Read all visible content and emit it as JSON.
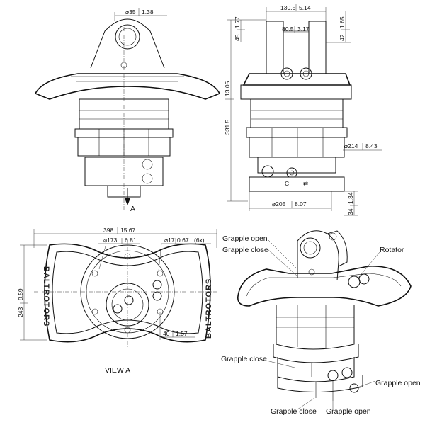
{
  "dims": {
    "top_pin_dia": "35",
    "top_pin_dia_in": "1.38",
    "width_mm": "130.5",
    "width_in": "5.14",
    "lug_gap_mm": "80.5",
    "lug_gap_in": "3.17",
    "lug_top_mm": "45",
    "lug_top_in": "1.77",
    "lug_side_mm": "42",
    "lug_side_in": "1.65",
    "height_mm": "331.5",
    "height_in": "13.05",
    "body_dia_mm": "214",
    "body_dia_in": "8.43",
    "base_dia_mm": "205",
    "base_dia_in": "8.07",
    "base_h_mm": "34",
    "base_h_in": "1.34",
    "length_mm": "398",
    "length_in": "15.67",
    "bolt_circle_mm": "173",
    "bolt_circle_in": "6.81",
    "hole_dia_mm": "17",
    "hole_dia_in": "0.67",
    "hole_count": "(6x)",
    "depth_mm": "243",
    "depth_in": "9.59",
    "offset_mm": "40",
    "offset_in": "1.57",
    "dia_symbol": "⌀"
  },
  "labels": {
    "section_a": "A",
    "view_a": "VIEW A",
    "brand_left": "BALTROTORS",
    "brand_right": "BALTROTORS",
    "grapple_open_top": "Grapple open",
    "grapple_close_top": "Grapple close",
    "rotator": "Rotator",
    "grapple_close_mid": "Grapple close",
    "grapple_open_right": "Grapple open",
    "grapple_close_bottom": "Grapple close",
    "grapple_open_bottom": "Grapple open"
  }
}
